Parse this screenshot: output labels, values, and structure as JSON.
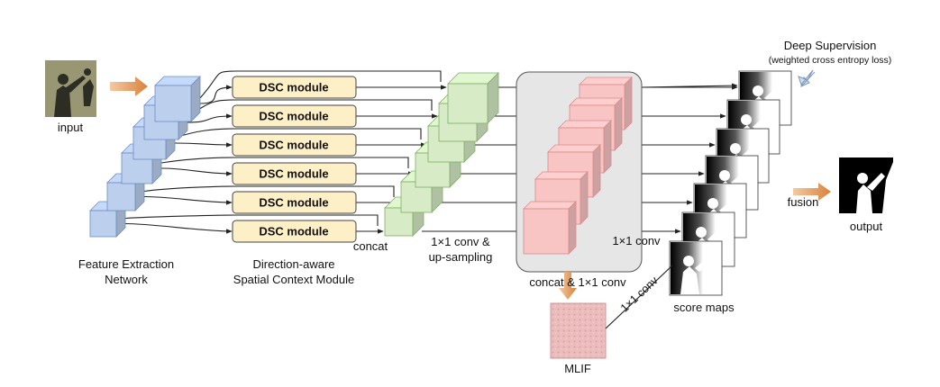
{
  "labels": {
    "input": "input",
    "feature_line1": "Feature Extraction",
    "feature_line2": "Network",
    "dsc_line1": "Direction-aware",
    "dsc_line2": "Spatial Context Module",
    "concat": "concat",
    "conv_up_line1": "1×1 conv &",
    "conv_up_line2": "up-sampling",
    "concat_conv": "concat & 1×1 conv",
    "conv_right": "1×1 conv",
    "mlif": "MLIF",
    "mlif_conv": "1×1 conv",
    "score_maps": "score maps",
    "fusion": "fusion",
    "output": "output",
    "deep_supervision": "Deep Supervision",
    "deep_supervision_sub": "(weighted cross entropy loss)"
  },
  "dsc_modules": [
    "DSC module",
    "DSC module",
    "DSC module",
    "DSC module",
    "DSC module",
    "DSC module"
  ],
  "colors": {
    "feature_blocks": "#bcd0ee",
    "dsc_module": "#fdefc6",
    "upsample_blocks": "#d6ebc6",
    "concat_blocks": "#f8c4c4",
    "gray_panel": "#e6e6e6",
    "mlif": "#e8b5b5",
    "arrow_orange": "#d9823b",
    "arrow_light_blue": "#cfdcef"
  }
}
